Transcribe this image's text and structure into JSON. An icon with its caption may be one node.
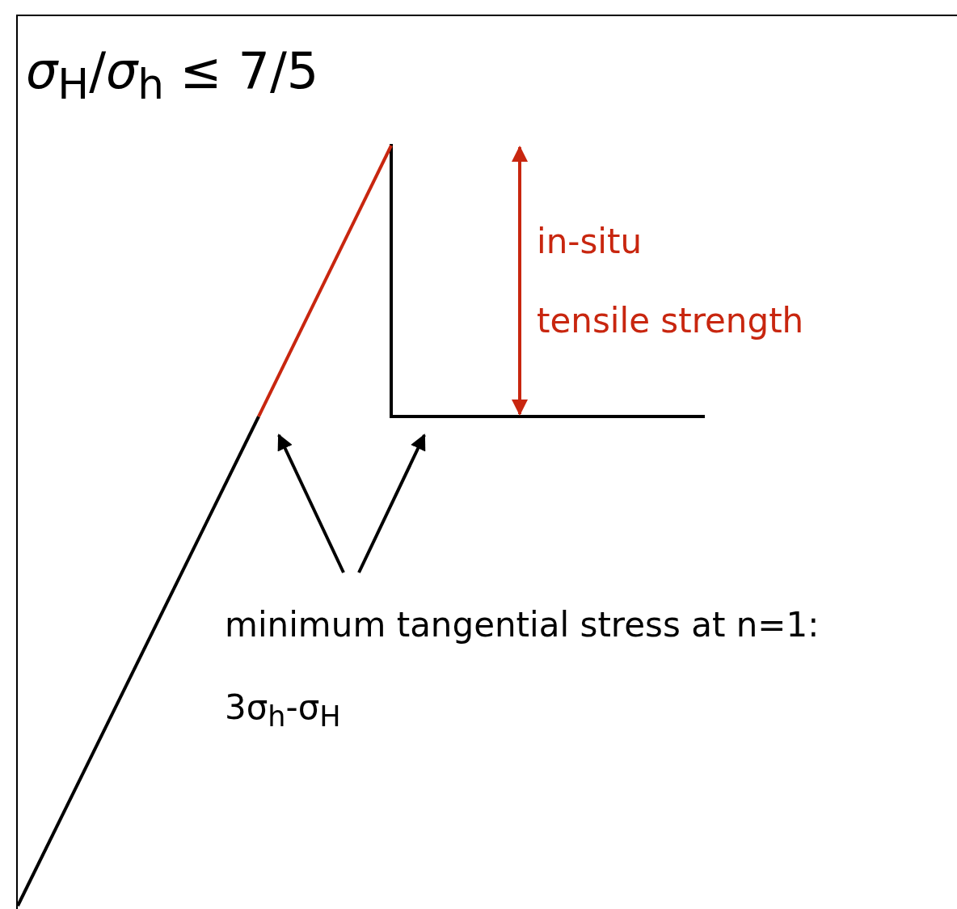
{
  "diagram": {
    "title": "*σ*$_{H}$/*σ*$_{h}$ ≤ 7/5",
    "nodes": [
      {
        "text": [
          "minimum tangential stress at n=1:",
          "3σ$_{h}$-σ$_{H}$"
        ]
      },
      {
        "text": [],
        "shape": "line"
      },
      {
        "text": [],
        "shape": "line"
      }
    ],
    "edges": [
      {
        "from": 0,
        "to": 1,
        "arrow": "to"
      },
      {
        "from": 0,
        "to": 2,
        "arrow": "to"
      }
    ],
    "labels": [
      "in-situ",
      "tensile strength"
    ]
  }
}
